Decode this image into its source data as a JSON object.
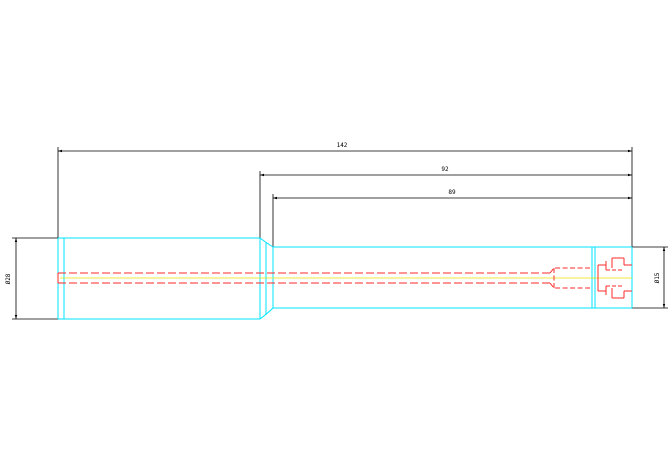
{
  "dimensions": {
    "overall_length": "142",
    "step_length": "92",
    "inner_length": "89",
    "left_diameter": "Ø28",
    "right_diameter": "Ø15"
  },
  "colors": {
    "outline": "#00e5ff",
    "hidden_line": "#ff2a2a",
    "center_line": "#e8e000",
    "dimension": "#000000",
    "background": "#ffffff"
  }
}
